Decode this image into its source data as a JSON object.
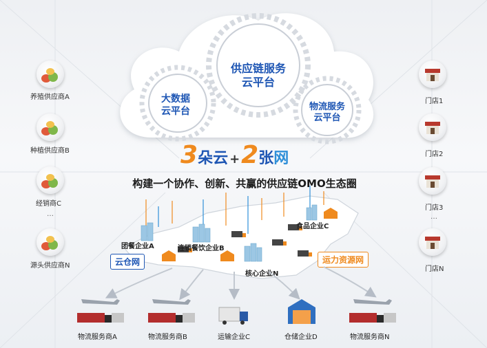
{
  "cloud": {
    "center": "供应链服务\n云平台",
    "left": "大数据\n云平台",
    "right": "物流服务\n云平台"
  },
  "headline": {
    "n1": "3",
    "w1": "朵云",
    "plus": "+",
    "n2": "2",
    "w2a": "张",
    "w2b": "网"
  },
  "subtitle": "构建一个协作、创新、共赢的供应链OMO生态圈",
  "suppliers": [
    "养殖供应商A",
    "种植供应商B",
    "经销商C",
    "源头供应商N"
  ],
  "stores": [
    "门店1",
    "门店2",
    "门店3",
    "门店N"
  ],
  "ellipsis": "…",
  "map_labels": {
    "tuancan": "团餐企业A",
    "liansuo": "连锁餐饮企业B",
    "shipin": "食品企业C",
    "hexin": "核心企业N"
  },
  "tags": {
    "yuncang": "云仓网",
    "yunli": "运力资源网"
  },
  "bottom": [
    "物流服务商A",
    "物流服务商B",
    "运输企业C",
    "仓储企业D",
    "物流服务商N"
  ],
  "colors": {
    "blue": "#1e56b4",
    "orange": "#ef8a1e",
    "accent_blue": "#2f8fd8",
    "house_red": "#b8392d"
  }
}
